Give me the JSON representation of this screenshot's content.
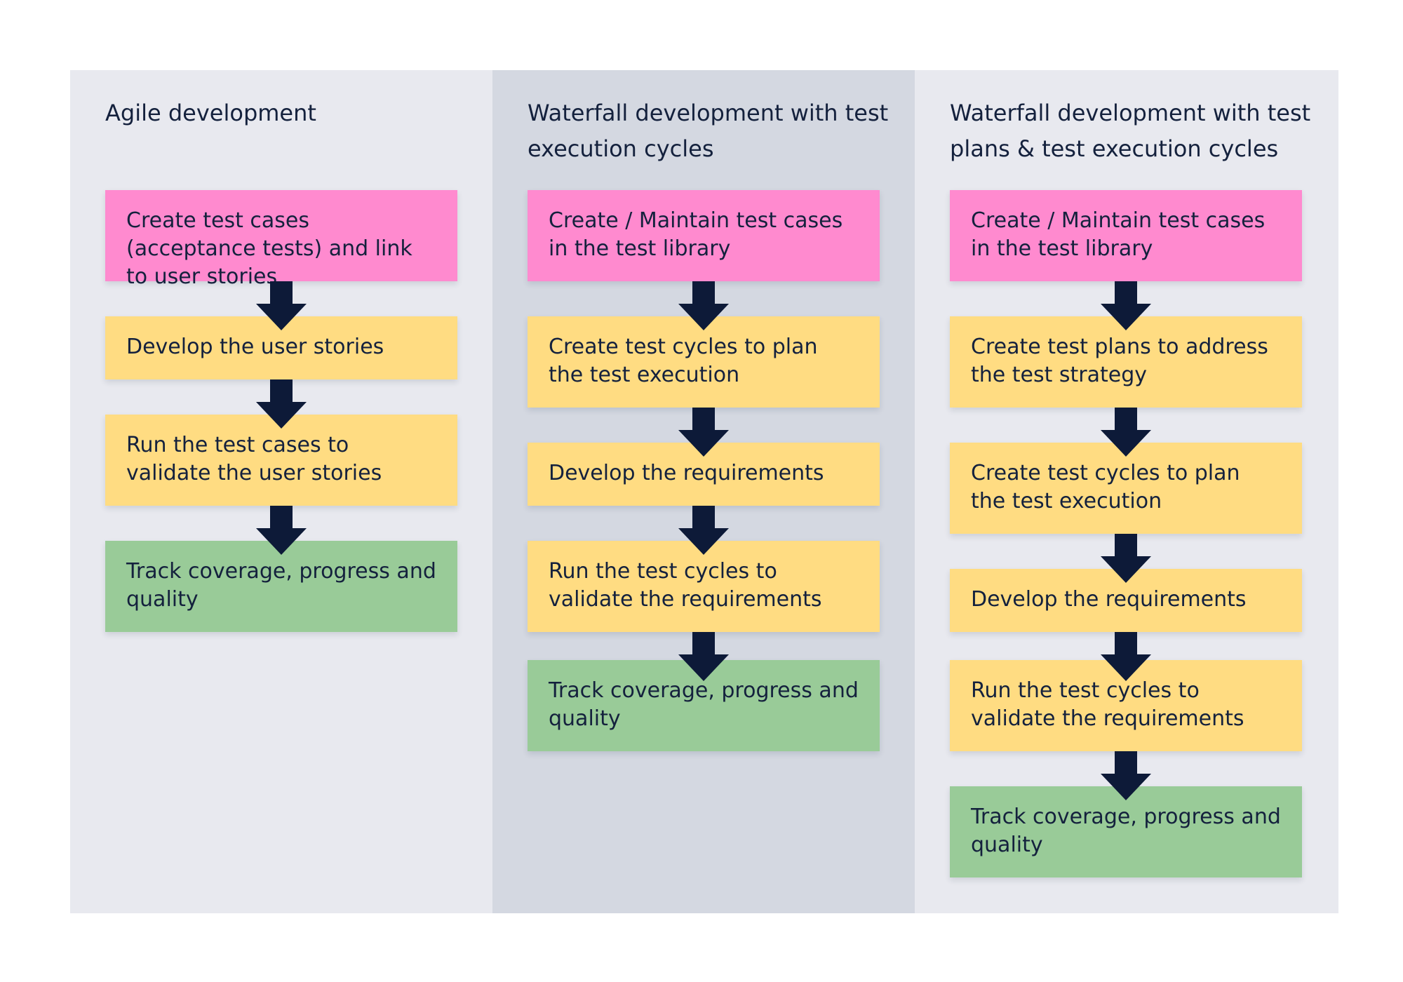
{
  "colors": {
    "panel_light": "#e8e9ef",
    "panel_dark": "#d4d8e1",
    "step_create_cases": "#ff8acf",
    "step_process": "#ffdc82",
    "step_track": "#99cb98",
    "arrow": "#0d1a38",
    "text": "#14213d"
  },
  "columns": [
    {
      "title": "Agile development",
      "steps": [
        {
          "text": "Create test cases (acceptance tests) and link to user stories",
          "kind": "pink"
        },
        {
          "text": "Develop the user stories",
          "kind": "yellow"
        },
        {
          "text": "Run the test cases to validate the user stories",
          "kind": "yellow"
        },
        {
          "text": "Track coverage, progress and quality",
          "kind": "green"
        }
      ]
    },
    {
      "title": "Waterfall development with test execution cycles",
      "steps": [
        {
          "text": "Create / Maintain test cases in the test library",
          "kind": "pink"
        },
        {
          "text": "Create test cycles to plan the test execution",
          "kind": "yellow"
        },
        {
          "text": "Develop the requirements",
          "kind": "yellow"
        },
        {
          "text": "Run the test cycles to validate the requirements",
          "kind": "yellow"
        },
        {
          "text": "Track coverage, progress and quality",
          "kind": "green"
        }
      ]
    },
    {
      "title": "Waterfall development with test plans & test execution cycles",
      "steps": [
        {
          "text": "Create / Maintain test cases in the test library",
          "kind": "pink"
        },
        {
          "text": "Create test plans to address the test strategy",
          "kind": "yellow"
        },
        {
          "text": "Create test cycles to plan the test execution",
          "kind": "yellow"
        },
        {
          "text": "Develop the requirements",
          "kind": "yellow"
        },
        {
          "text": "Run the test cycles to validate the requirements",
          "kind": "yellow"
        },
        {
          "text": "Track coverage, progress and quality",
          "kind": "green"
        }
      ]
    }
  ]
}
